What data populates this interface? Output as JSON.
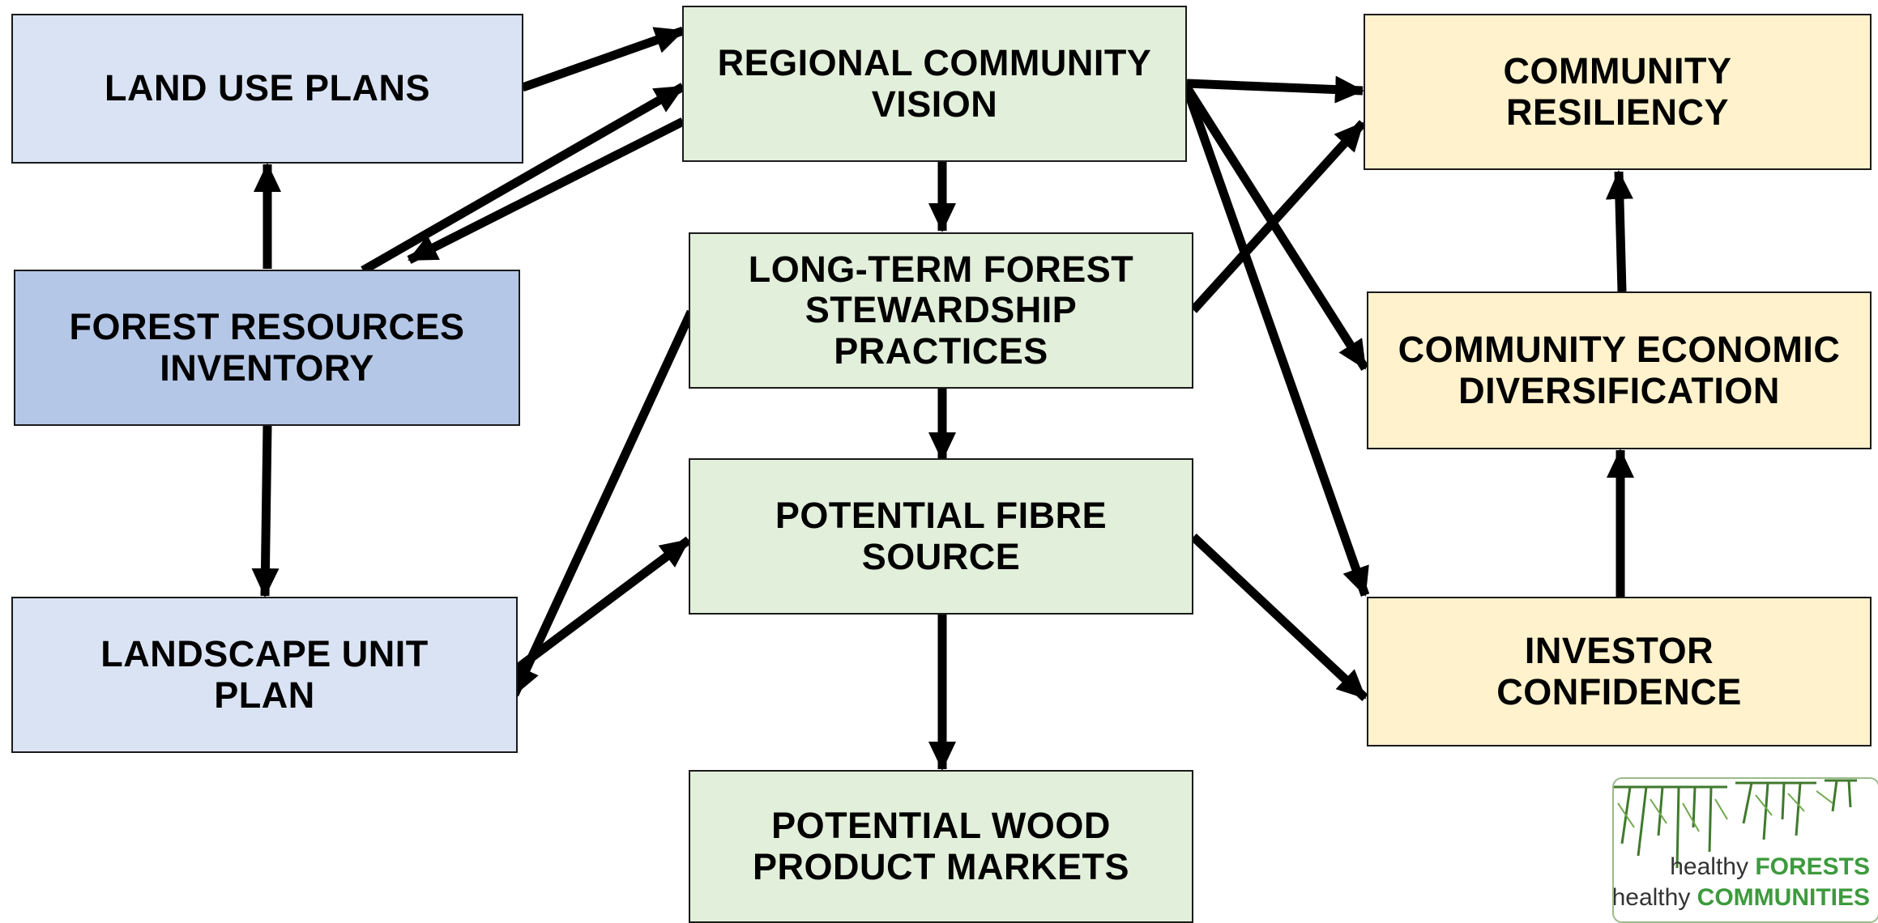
{
  "boxes": {
    "land_use_plans": "LAND USE PLANS",
    "forest_resources_inventory": "FOREST RESOURCES\nINVENTORY",
    "landscape_unit_plan": "LANDSCAPE UNIT\nPLAN",
    "regional_community_vision": "REGIONAL COMMUNITY\nVISION",
    "long_term_forest_stewardship": "LONG-TERM FOREST\nSTEWARDSHIP\nPRACTICES",
    "potential_fibre_source": "POTENTIAL FIBRE\nSOURCE",
    "potential_wood_product_markets": "POTENTIAL WOOD\nPRODUCT MARKETS",
    "community_resiliency": "COMMUNITY\nRESILIENCY",
    "community_economic_diversification": "COMMUNITY ECONOMIC\nDIVERSIFICATION",
    "investor_confidence": "INVESTOR\nCONFIDENCE"
  },
  "logo": {
    "line1_thin": "healthy",
    "line1_bold": "FORESTS",
    "line2_thin": "healthy",
    "line2_bold": "COMMUNITIES"
  },
  "colors": {
    "light_blue": "#dae3f3",
    "mid_blue": "#b4c7e7",
    "green": "#e2efda",
    "yellow": "#fff2cc",
    "arrow": "#000000"
  }
}
